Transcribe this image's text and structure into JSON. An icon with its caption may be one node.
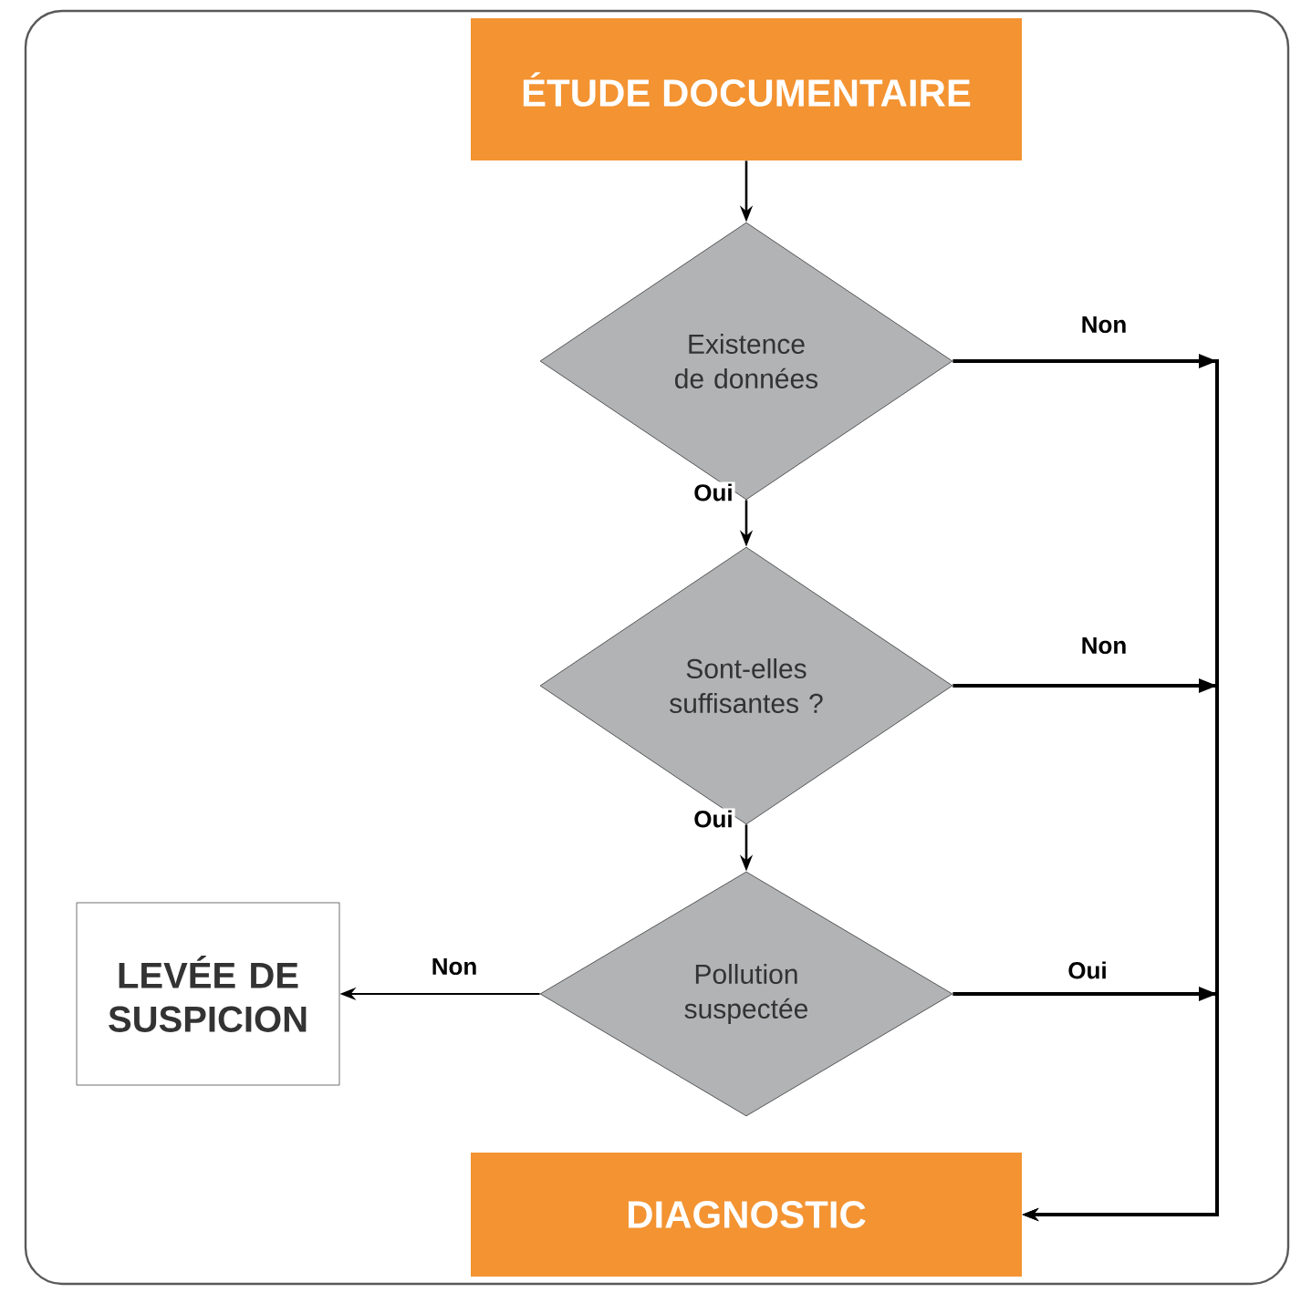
{
  "diagram": {
    "nodes": [
      {
        "text": [
          "ÉTUDE DOCUMENTAIRE"
        ]
      },
      {
        "text": [
          "Existence de données"
        ]
      },
      {
        "text": [
          "Sont-elles suffisantes ?"
        ]
      },
      {
        "text": [
          "LEVÉE DE SUSPICION"
        ]
      },
      {
        "text": [
          "Pollution suspectée"
        ]
      },
      {
        "text": [
          "DIAGNOSTIC"
        ]
      }
    ],
    "edges": [
      {
        "from": 0,
        "to": 1,
        "arrow": "to"
      },
      {
        "from": 1,
        "to": 2,
        "arrow": "to",
        "label": "Oui"
      },
      {
        "from": 1,
        "to": 5,
        "arrow": "to",
        "label": "Non"
      },
      {
        "from": 2,
        "to": 4,
        "arrow": "to",
        "label": "Oui"
      },
      {
        "from": 2,
        "to": 5,
        "arrow": "to",
        "label": "Non"
      },
      {
        "from": 4,
        "to": 3,
        "arrow": "to",
        "label": "Non"
      },
      {
        "from": 4,
        "to": 5,
        "arrow": "to",
        "label": "Oui"
      }
    ]
  }
}
